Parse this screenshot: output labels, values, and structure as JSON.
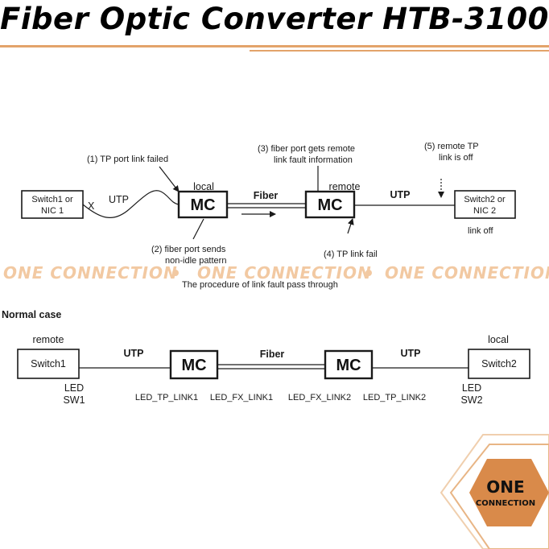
{
  "title": "Fiber Optic Converter HTB-3100",
  "brand": {
    "line1": "ONE",
    "line2": "CONNECTION",
    "accent": "#e3a36a",
    "badge_color": "#d98a4a"
  },
  "watermark": "ONE CONNECTION",
  "fault": {
    "switch1": [
      "Switch1 or",
      "NIC 1"
    ],
    "switch2": [
      "Switch2 or",
      "NIC 2"
    ],
    "mc_local_label": "local",
    "mc_remote_label": "remote",
    "mc": "MC",
    "utp_left": "UTP",
    "utp_right": "UTP",
    "fiber": "Fiber",
    "fail_mark": "X",
    "step1": "(1) TP port link failed",
    "step2": [
      "(2) fiber port sends",
      "non-idle pattern"
    ],
    "step3": [
      "(3) fiber port gets remote",
      "link fault information"
    ],
    "step4": "(4) TP link fail",
    "step5": [
      "(5) remote TP",
      "link is off"
    ],
    "link_off": "link  off",
    "caption": "The procedure of link fault pass through"
  },
  "normal": {
    "heading": "Normal case",
    "remote_label": "remote",
    "local_label": "local",
    "switch1": "Switch1",
    "switch2": "Switch2",
    "mc": "MC",
    "utp_left": "UTP",
    "fiber": "Fiber",
    "utp_right": "UTP",
    "led_left": [
      "LED",
      "SW1"
    ],
    "led_right": [
      "LED",
      "SW2"
    ],
    "led_labels": [
      "LED_TP_LINK1",
      "LED_FX_LINK1",
      "LED_FX_LINK2",
      "LED_TP_LINK2"
    ]
  }
}
